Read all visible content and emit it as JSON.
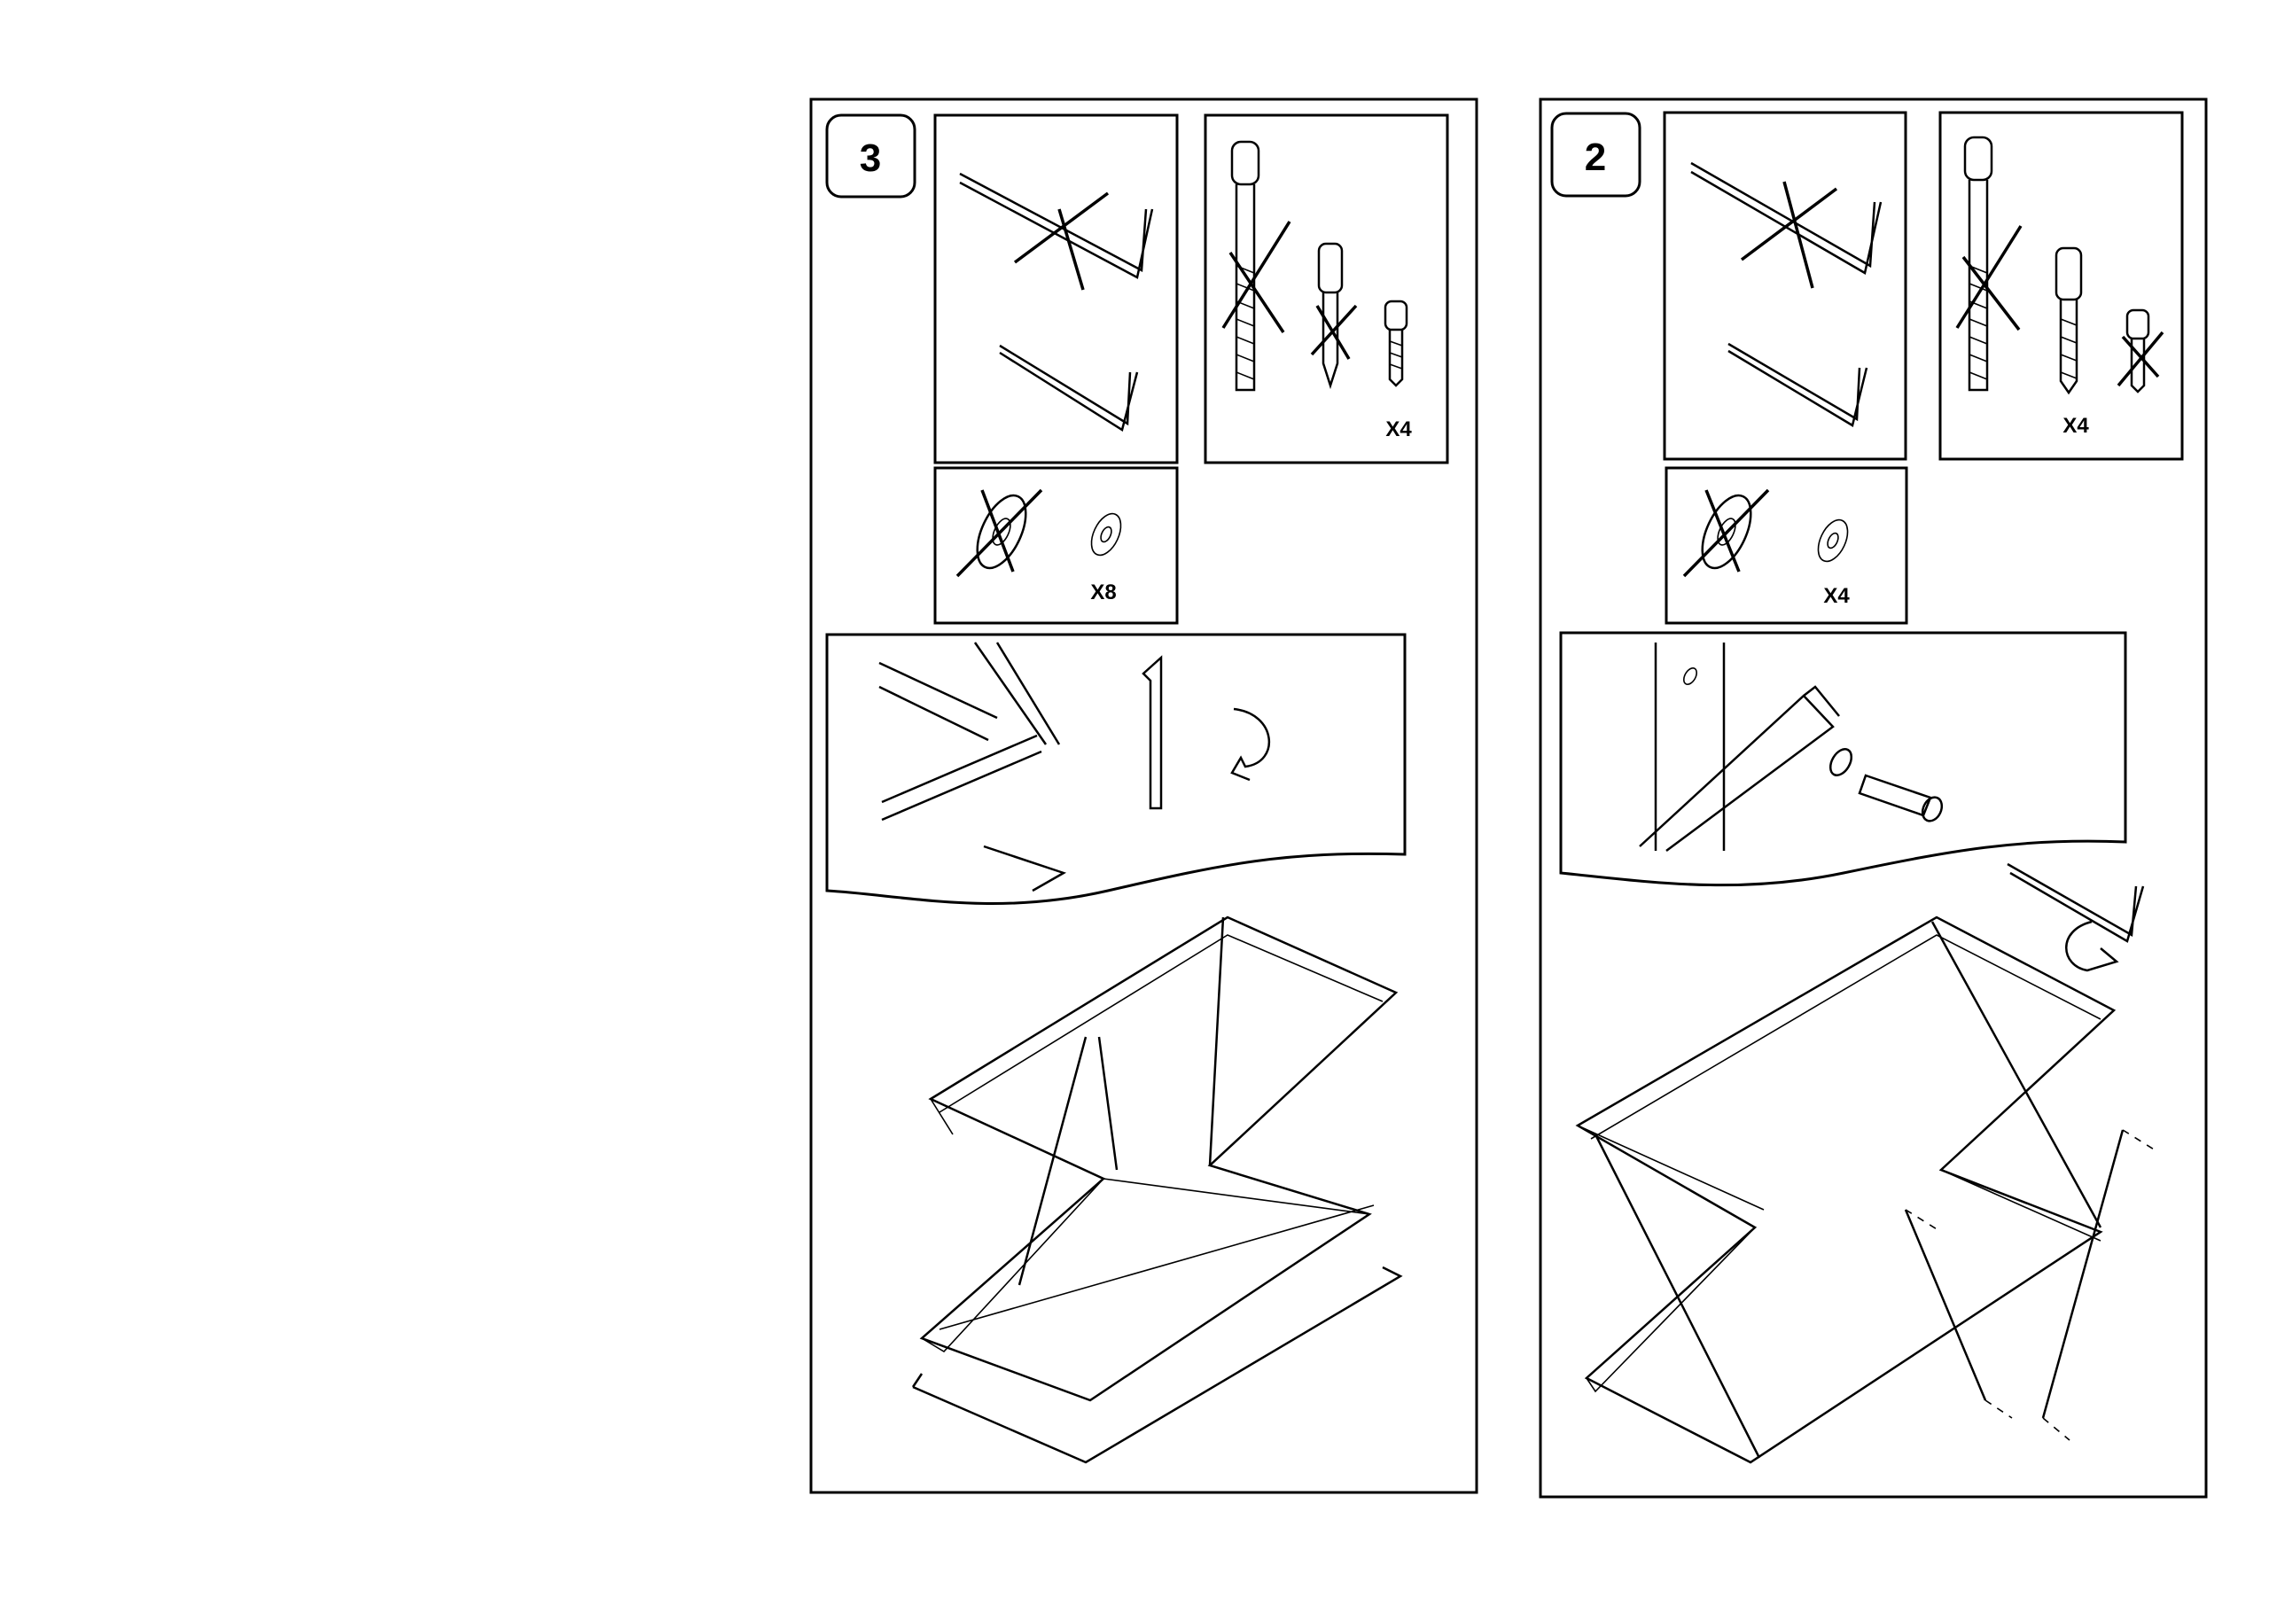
{
  "steps": [
    {
      "number": "3",
      "screw_qty": "X4",
      "washer_qty": "X8"
    },
    {
      "number": "2",
      "screw_qty": "X4",
      "washer_qty": "X4"
    }
  ],
  "colors": {
    "ink": "#000000",
    "paper": "#ffffff"
  }
}
